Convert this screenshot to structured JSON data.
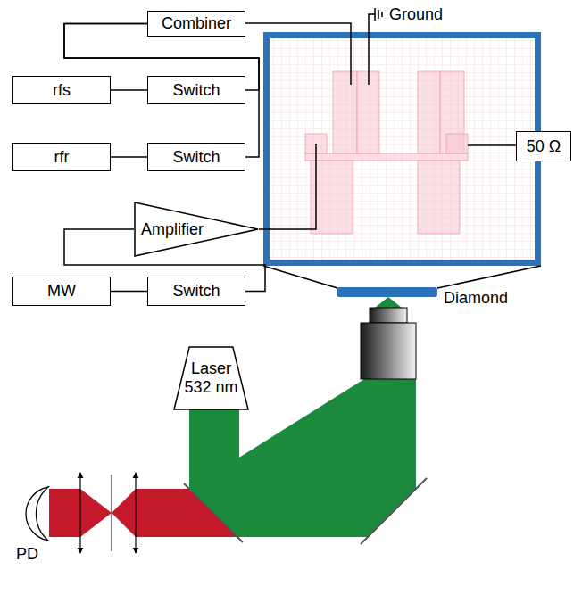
{
  "diagram": {
    "nodes": [
      {
        "text": [
          "Combiner"
        ]
      },
      {
        "text": [
          "rfs"
        ]
      },
      {
        "text": [
          "Switch"
        ]
      },
      {
        "text": [
          "rfr"
        ]
      },
      {
        "text": [
          "Switch"
        ]
      },
      {
        "text": [
          "Amplifier"
        ]
      },
      {
        "text": [
          "MW"
        ]
      },
      {
        "text": [
          "Switch"
        ]
      },
      {
        "text": [
          "50 Ω"
        ]
      },
      {
        "text": [
          "Laser 532 nm"
        ]
      }
    ],
    "edges": [
      {
        "from": 1,
        "to": 2,
        "arrow": "none"
      },
      {
        "from": 3,
        "to": 4,
        "arrow": "none"
      },
      {
        "from": 6,
        "to": 7,
        "arrow": "none"
      },
      {
        "from": 2,
        "to": 0,
        "arrow": "none"
      },
      {
        "from": 4,
        "to": 0,
        "arrow": "none"
      },
      {
        "from": 7,
        "to": 5,
        "arrow": "none"
      }
    ],
    "labels": [
      "Ground",
      "Diamond",
      "PD"
    ]
  }
}
